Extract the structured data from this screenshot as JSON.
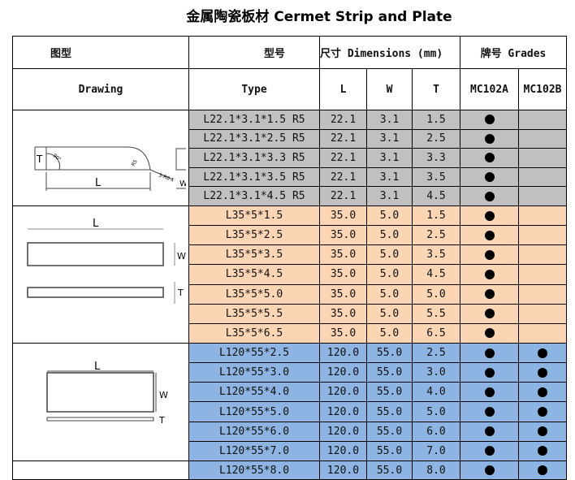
{
  "title": "金属陶瓷板材 Cermet Strip and Plate",
  "header": {
    "shape_label": "图型",
    "model_label": "型号",
    "dimensions_label": "尺寸 Dimensions (mm)",
    "grades_label": "牌号 Grades",
    "drawing_label": "Drawing",
    "type_label": "Type",
    "l_label": "L",
    "w_label": "W",
    "t_label": "T",
    "grade_a": "MC102A",
    "grade_b": "MC102B"
  },
  "drawings": {
    "strip_rounded": {
      "t": "T",
      "l": "L",
      "w": "W",
      "angle": "90°",
      "r": "R5",
      "edge": "3-R0.1"
    },
    "strip": {
      "l": "L",
      "w": "W",
      "t": "T"
    },
    "plate": {
      "l": "L",
      "w": "W",
      "t": "T"
    }
  },
  "colors": {
    "group1": "#c0c0c0",
    "group2": "#fcd5b4",
    "group3": "#8db4e2"
  },
  "groups": [
    {
      "rows": [
        {
          "type": "L22.1*3.1*1.5 R5",
          "L": "22.1",
          "W": "3.1",
          "T": "1.5",
          "a": true,
          "b": false
        },
        {
          "type": "L22.1*3.1*2.5 R5",
          "L": "22.1",
          "W": "3.1",
          "T": "2.5",
          "a": true,
          "b": false
        },
        {
          "type": "L22.1*3.1*3.3 R5",
          "L": "22.1",
          "W": "3.1",
          "T": "3.3",
          "a": true,
          "b": false
        },
        {
          "type": "L22.1*3.1*3.5 R5",
          "L": "22.1",
          "W": "3.1",
          "T": "3.5",
          "a": true,
          "b": false
        },
        {
          "type": "L22.1*3.1*4.5 R5",
          "L": "22.1",
          "W": "3.1",
          "T": "4.5",
          "a": true,
          "b": false
        }
      ]
    },
    {
      "rows": [
        {
          "type": "L35*5*1.5",
          "L": "35.0",
          "W": "5.0",
          "T": "1.5",
          "a": true,
          "b": false
        },
        {
          "type": "L35*5*2.5",
          "L": "35.0",
          "W": "5.0",
          "T": "2.5",
          "a": true,
          "b": false
        },
        {
          "type": "L35*5*3.5",
          "L": "35.0",
          "W": "5.0",
          "T": "3.5",
          "a": true,
          "b": false
        },
        {
          "type": "L35*5*4.5",
          "L": "35.0",
          "W": "5.0",
          "T": "4.5",
          "a": true,
          "b": false
        },
        {
          "type": "L35*5*5.0",
          "L": "35.0",
          "W": "5.0",
          "T": "5.0",
          "a": true,
          "b": false
        },
        {
          "type": "L35*5*5.5",
          "L": "35.0",
          "W": "5.0",
          "T": "5.5",
          "a": true,
          "b": false
        },
        {
          "type": "L35*5*6.5",
          "L": "35.0",
          "W": "5.0",
          "T": "6.5",
          "a": true,
          "b": false
        }
      ]
    },
    {
      "rows": [
        {
          "type": "L120*55*2.5",
          "L": "120.0",
          "W": "55.0",
          "T": "2.5",
          "a": true,
          "b": true
        },
        {
          "type": "L120*55*3.0",
          "L": "120.0",
          "W": "55.0",
          "T": "3.0",
          "a": true,
          "b": true
        },
        {
          "type": "L120*55*4.0",
          "L": "120.0",
          "W": "55.0",
          "T": "4.0",
          "a": true,
          "b": true
        },
        {
          "type": "L120*55*5.0",
          "L": "120.0",
          "W": "55.0",
          "T": "5.0",
          "a": true,
          "b": true
        },
        {
          "type": "L120*55*6.0",
          "L": "120.0",
          "W": "55.0",
          "T": "6.0",
          "a": true,
          "b": true
        },
        {
          "type": "L120*55*7.0",
          "L": "120.0",
          "W": "55.0",
          "T": "7.0",
          "a": true,
          "b": true
        },
        {
          "type": "L120*55*8.0",
          "L": "120.0",
          "W": "55.0",
          "T": "8.0",
          "a": true,
          "b": true
        }
      ]
    }
  ]
}
